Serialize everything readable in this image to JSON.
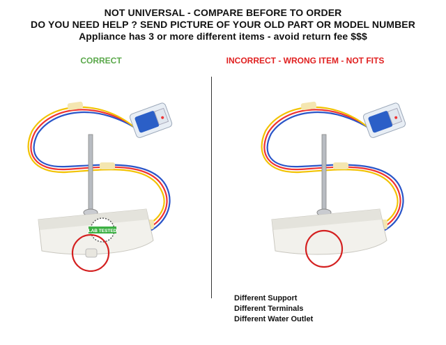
{
  "header": {
    "line1": "NOT UNIVERSAL - COMPARE BEFORE TO ORDER",
    "line2": "DO YOU NEED HELP ? SEND PICTURE OF YOUR OLD PART OR MODEL NUMBER",
    "line3": "Appliance has 3 or more different items  - avoid return fee $$$"
  },
  "labels": {
    "correct": "CORRECT",
    "incorrect": "INCORRECT - WRONG ITEM - NOT FITS"
  },
  "badge": {
    "text": "LAB TESTED"
  },
  "notes": [
    "Different Support",
    "Different Terminals",
    "Different Water Outlet"
  ],
  "colors": {
    "correct": "#5aa84a",
    "incorrect": "#e02020",
    "circle": "#d42020",
    "badge": "#3cb043"
  }
}
